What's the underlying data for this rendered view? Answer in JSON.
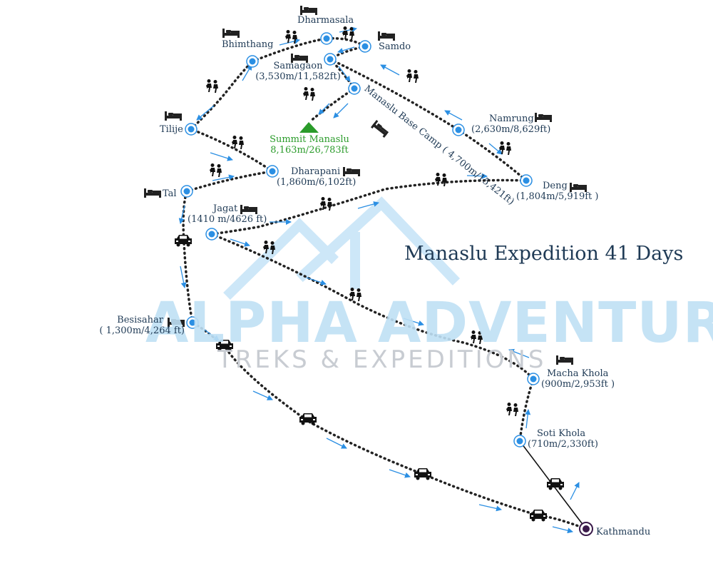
{
  "title": "Manaslu Expedition 41 Days",
  "watermark": {
    "main": "ALPHA ADVENTURE",
    "sub": "TREKS & EXPEDITIONS"
  },
  "colors": {
    "label": "#1f3a55",
    "summit": "#2a9b2a",
    "node": "#2b8fe3",
    "arrow": "#2b8fe3",
    "route": "#222222",
    "watermark": "#bfe0f5"
  },
  "places": {
    "dharmasala": {
      "name": "Dharmasala",
      "elev": ""
    },
    "bhimthang": {
      "name": "Bhimthang",
      "elev": ""
    },
    "samdo": {
      "name": "Samdo",
      "elev": ""
    },
    "samagaon": {
      "name": "Samagaon",
      "elev": "(3,530m/11,582ft)"
    },
    "basecamp": {
      "name": "Manaslu Base Camp",
      "elev": "( 4,700m/15,421ft)"
    },
    "summit": {
      "name": "Summit Manaslu",
      "elev": "8,163m/26,783ft"
    },
    "namrung": {
      "name": "Namrung",
      "elev": "(2,630m/8,629ft)"
    },
    "tilije": {
      "name": "Tilije",
      "elev": ""
    },
    "dharapani": {
      "name": "Dharapani",
      "elev": "(1,860m/6,102ft)"
    },
    "tal": {
      "name": "Tal",
      "elev": ""
    },
    "deng": {
      "name": "Deng",
      "elev": "(1,804m/5,919ft )"
    },
    "jagat": {
      "name": "Jagat",
      "elev": "(1410 m/4626 ft)"
    },
    "besisahar": {
      "name": "Besisahar",
      "elev": "( 1,300m/4,264 ft)"
    },
    "machakhola": {
      "name": "Macha Khola",
      "elev": "(900m/2,953ft )"
    },
    "sotikhola": {
      "name": "Soti Khola",
      "elev": "(710m/2,330ft)"
    },
    "kathmandu": {
      "name": "Kathmandu",
      "elev": ""
    }
  },
  "icons": {
    "hotel": "bed-icon",
    "trek": "hikers-icon",
    "drive": "car-icon",
    "summit": "mountain-peak-icon",
    "stop": "location-node-icon"
  }
}
